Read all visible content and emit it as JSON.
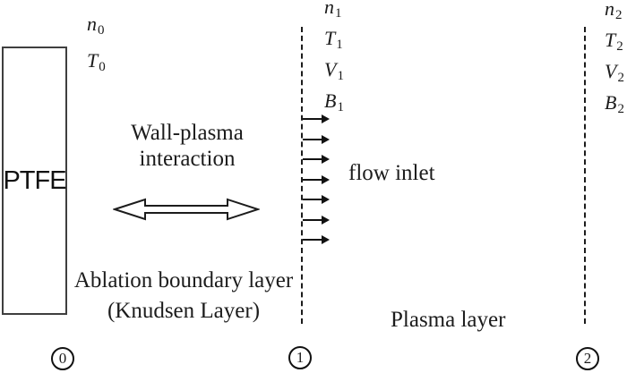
{
  "colors": {
    "ink": "#1c1c1c",
    "background": "#ffffff"
  },
  "ptfe_block": {
    "label": "PTFE"
  },
  "annotations": {
    "wall_plasma_interaction": {
      "line1": "Wall-plasma",
      "line2": "interaction"
    },
    "flow_inlet": "flow inlet",
    "ablation_boundary": {
      "line1": "Ablation boundary layer",
      "line2": "(Knudsen Layer)"
    },
    "plasma_layer": "Plasma layer"
  },
  "stations": {
    "s0": {
      "marker": "0",
      "vars": [
        {
          "symbol": "n",
          "sub": "0"
        },
        {
          "symbol": "T",
          "sub": "0"
        }
      ]
    },
    "s1": {
      "marker": "1",
      "vars": [
        {
          "symbol": "n",
          "sub": "1"
        },
        {
          "symbol": "T",
          "sub": "1"
        },
        {
          "symbol": "V",
          "sub": "1"
        },
        {
          "symbol": "B",
          "sub": "1"
        }
      ]
    },
    "s2": {
      "marker": "2",
      "vars": [
        {
          "symbol": "n",
          "sub": "2"
        },
        {
          "symbol": "T",
          "sub": "2"
        },
        {
          "symbol": "V",
          "sub": "2"
        },
        {
          "symbol": "B",
          "sub": "2"
        }
      ]
    }
  },
  "flow_arrows": {
    "count": 7
  }
}
